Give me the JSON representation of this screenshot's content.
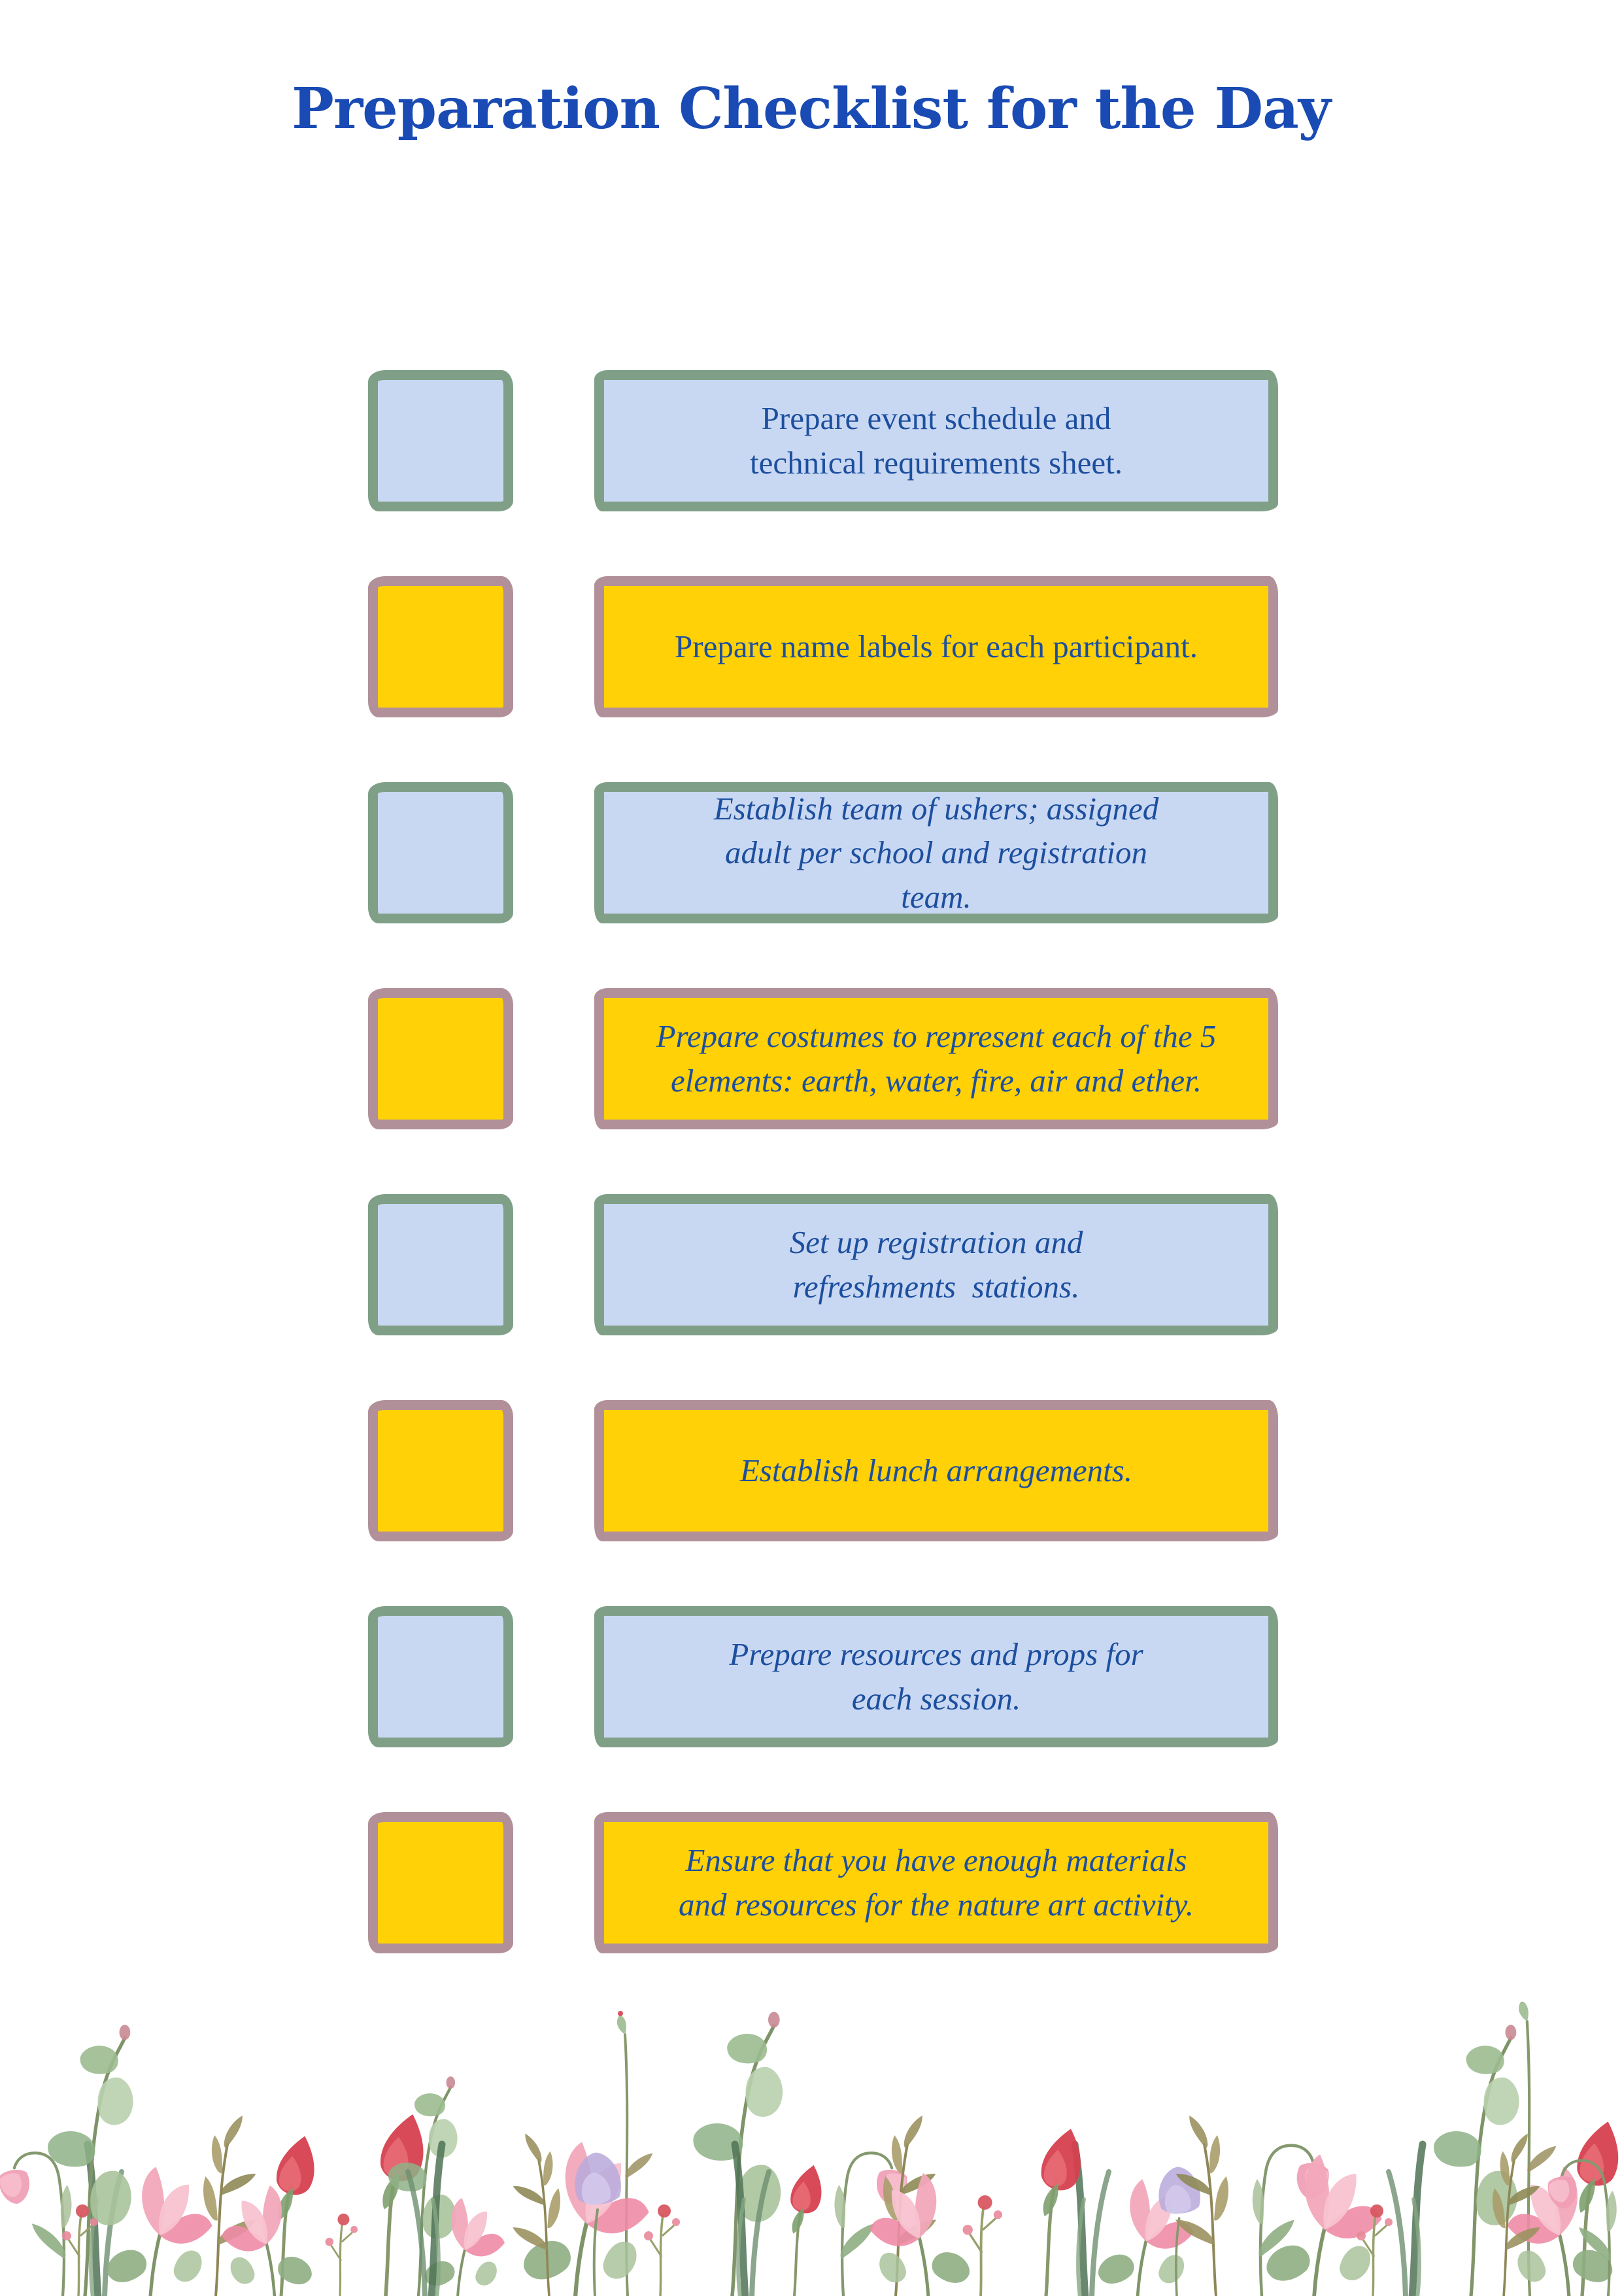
{
  "page": {
    "title": "Preparation Checklist for the Day"
  },
  "palette": {
    "title-blue": "#1a4bb4",
    "ink-blue": "#1d4f9f",
    "card-blue": "#c9d8f2",
    "card-yellow": "#ffd106",
    "border-sage": "#7fa087",
    "border-mauve": "#b2909a",
    "page-bg": "#ffffff"
  },
  "checklist": {
    "items": [
      {
        "text": "Prepare event schedule and\ntechnical requirements sheet.",
        "color": "blue",
        "text_style": "upright",
        "checked": false
      },
      {
        "text": "Prepare name labels for each participant.",
        "color": "yellow",
        "text_style": "upright",
        "checked": false
      },
      {
        "text": "Establish team of ushers; assigned\nadult per school and registration\nteam.",
        "color": "blue",
        "text_style": "italic",
        "checked": false
      },
      {
        "text": "Prepare costumes to represent each of the 5\nelements: earth, water, fire, air and ether.",
        "color": "yellow",
        "text_style": "italic",
        "checked": false
      },
      {
        "text": "Set up registration and\nrefreshments  stations.",
        "color": "blue",
        "text_style": "italic",
        "checked": false
      },
      {
        "text": "Establish lunch arrangements.",
        "color": "yellow",
        "text_style": "italic",
        "checked": false
      },
      {
        "text": "Prepare resources and props for\neach session.",
        "color": "blue",
        "text_style": "italic",
        "checked": false
      },
      {
        "text": "Ensure that you have enough materials\nand resources for the nature art activity.",
        "color": "yellow",
        "text_style": "italic",
        "checked": false
      }
    ]
  },
  "decor": {
    "bottom_border": "watercolor wildflower meadow strip with pink, red and lavender blooms, sage-green eucalyptus leaves and olive sprigs"
  }
}
